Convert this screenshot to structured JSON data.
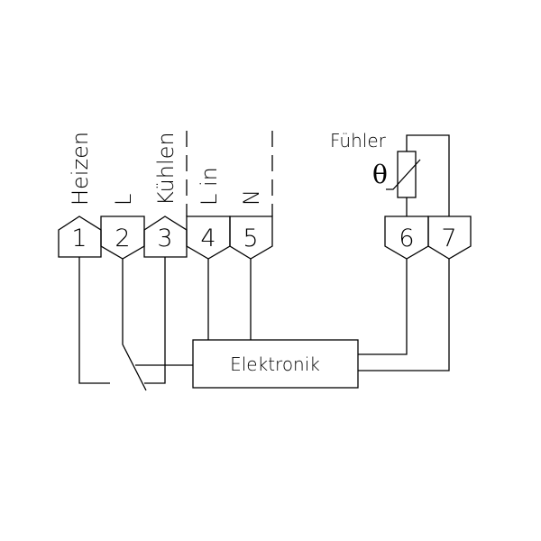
{
  "terminals": [
    {
      "number": "1",
      "label": "Heizen"
    },
    {
      "number": "2",
      "label": "L"
    },
    {
      "number": "3",
      "label": "Kühlen"
    },
    {
      "number": "4",
      "label": "L in"
    },
    {
      "number": "5",
      "label": "N"
    },
    {
      "number": "6",
      "label": ""
    },
    {
      "number": "7",
      "label": ""
    }
  ],
  "sensor": {
    "label": "Fühler",
    "symbol": "θ"
  },
  "module": {
    "label": "Elektronik"
  }
}
